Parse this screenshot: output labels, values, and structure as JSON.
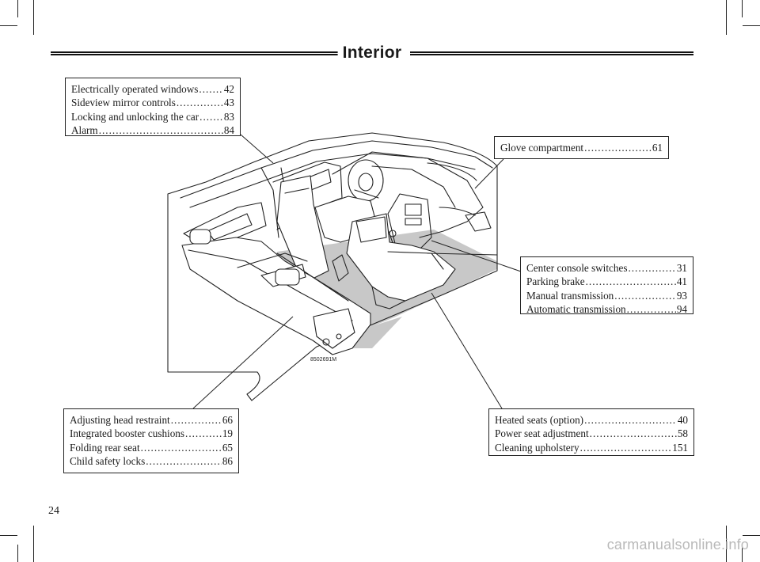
{
  "header": {
    "title": "Interior"
  },
  "boxes": {
    "windows": [
      {
        "text": "Electrically operated windows",
        "page": "42"
      },
      {
        "text": "Sideview mirror controls",
        "page": "43"
      },
      {
        "text": "Locking and unlocking the car",
        "page": "83"
      },
      {
        "text": "Alarm",
        "page": "84"
      }
    ],
    "glove": [
      {
        "text": "Glove compartment",
        "page": "61"
      }
    ],
    "console": [
      {
        "text": "Center console switches",
        "page": "31"
      },
      {
        "text": "Parking brake",
        "page": "41"
      },
      {
        "text": "Manual transmission",
        "page": "93"
      },
      {
        "text": "Automatic transmission",
        "page": "94"
      }
    ],
    "headrest": [
      {
        "text": "Adjusting head restraint",
        "page": "66"
      },
      {
        "text": "Integrated booster cushions",
        "page": "19"
      },
      {
        "text": "Folding rear seat",
        "page": "65"
      },
      {
        "text": "Child safety locks",
        "page": "86"
      }
    ],
    "seats": [
      {
        "text": "Heated seats (option)",
        "page": "40"
      },
      {
        "text": "Power seat adjustment",
        "page": "58"
      },
      {
        "text": "Cleaning upholstery",
        "page": "151"
      }
    ]
  },
  "illustration": {
    "code": "8502691M",
    "icon": "car-interior-cutaway"
  },
  "footer": {
    "page_number": "24",
    "watermark": "carmanualsonline.info"
  }
}
